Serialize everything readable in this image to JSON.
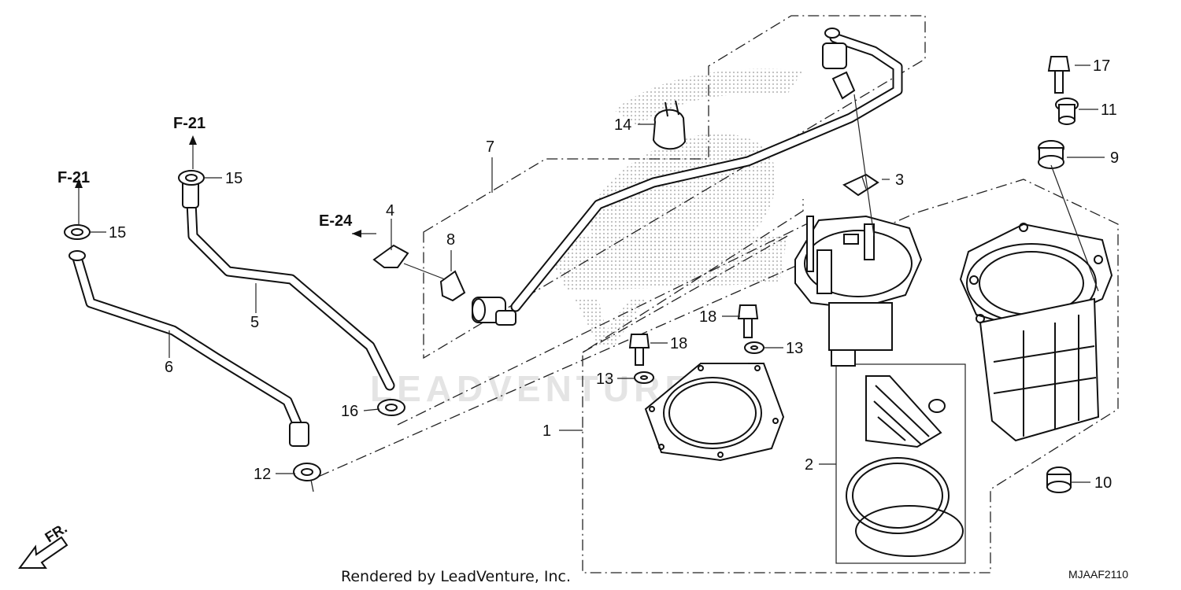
{
  "callouts": {
    "c1": "1",
    "c2": "2",
    "c3": "3",
    "c4": "4",
    "c5": "5",
    "c6": "6",
    "c7": "7",
    "c8": "8",
    "c9": "9",
    "c10": "10",
    "c11": "11",
    "c12": "12",
    "c13a": "13",
    "c13b": "13",
    "c14": "14",
    "c15a": "15",
    "c15b": "15",
    "c16": "16",
    "c17": "17",
    "c18a": "18",
    "c18b": "18"
  },
  "references": {
    "f21_top": "F-21",
    "f21_left": "F-21",
    "e24": "E-24"
  },
  "front_marker": "FR.",
  "footer": {
    "rendered_by": "Rendered by LeadVenture, Inc.",
    "diagram_code": "MJAAF2110"
  },
  "watermark": "LEADVENTURE"
}
